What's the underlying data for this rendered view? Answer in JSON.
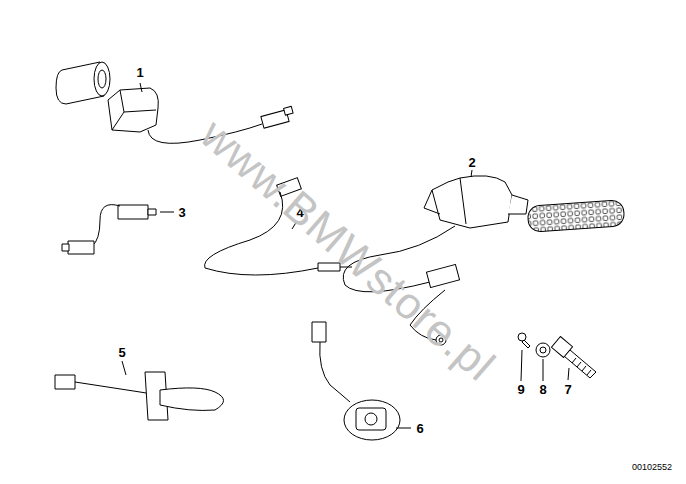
{
  "diagram": {
    "labels": [
      "1",
      "2",
      "3",
      "4",
      "5",
      "6",
      "7",
      "8",
      "9",
      "www.BMWstore.pl",
      "00102552"
    ]
  }
}
